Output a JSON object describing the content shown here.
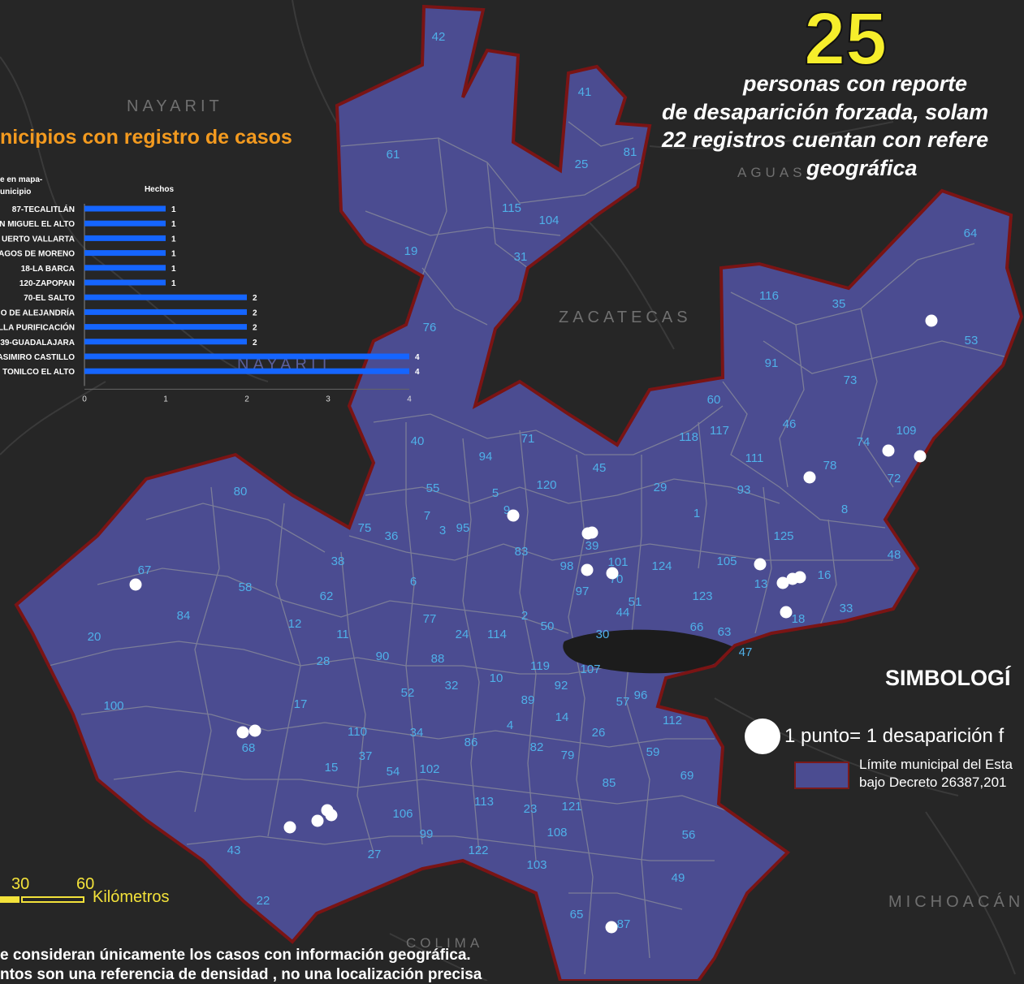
{
  "headline": {
    "number": "25",
    "line1": "personas con reporte",
    "line2": "de desaparición forzada, solam",
    "line3": "22 registros cuentan con refere",
    "line4": "geográfica"
  },
  "state_labels": {
    "nayarit": "NAYARIT",
    "nayarit2": "NAYARIT",
    "zacatecas": "ZACATECAS",
    "aguascalientes": "AGUAS",
    "michoacan": "MICHOACÁN",
    "colima": "COLIMA"
  },
  "chart_title": "nicipios con registro de casos",
  "chart_data": {
    "type": "bar",
    "orientation": "horizontal",
    "category_header_line1": "e en mapa-",
    "category_header_line2": "unicipio",
    "value_header": "Hechos",
    "categories": [
      "87-TECALITLÁN",
      "N MIGUEL EL ALTO",
      "UERTO VALLARTA",
      "AGOS DE MORENO",
      "18-LA BARCA",
      "120-ZAPOPAN",
      "70-EL SALTO",
      "O DE ALEJANDRÍA",
      "LLA PURIFICACIÓN",
      "39-GUADALAJARA",
      "ASIMIRO CASTILLO",
      "TONILCO EL ALTO"
    ],
    "values": [
      1,
      1,
      1,
      1,
      1,
      1,
      2,
      2,
      2,
      2,
      4,
      4
    ],
    "xticks": [
      "0",
      "1",
      "2",
      "3",
      "4"
    ],
    "xlim": [
      0,
      4
    ],
    "bar_color": "#1565ff"
  },
  "legend": {
    "title": "SIMBOLOGÍ",
    "dot_label": "1 punto= 1 desaparición f",
    "boundary_label_line1": "Límite municipal del Esta",
    "boundary_label_line2": "bajo Decreto 26387,201",
    "fill_color": "#4b4c91",
    "border_color": "#7a1a1a"
  },
  "scale": {
    "tick30": "30",
    "tick60": "60",
    "unit": "Kilómetros"
  },
  "notes": {
    "line1": "e consideran únicamente los casos con información geográfica.",
    "line2": "ntos son una referencia de densidad , no una localización precisa"
  },
  "municipality_labels": [
    "42",
    "41",
    "61",
    "25",
    "81",
    "115",
    "104",
    "19",
    "31",
    "76",
    "116",
    "64",
    "35",
    "53",
    "91",
    "73",
    "60",
    "117",
    "118",
    "46",
    "109",
    "74",
    "72",
    "111",
    "78",
    "93",
    "8",
    "71",
    "94",
    "45",
    "40",
    "120",
    "29",
    "55",
    "5",
    "9",
    "1",
    "7",
    "3",
    "95",
    "75",
    "36",
    "83",
    "39",
    "125",
    "48",
    "16",
    "105",
    "13",
    "98",
    "101",
    "124",
    "70",
    "97",
    "51",
    "44",
    "123",
    "33",
    "18",
    "66",
    "63",
    "50",
    "2",
    "30",
    "80",
    "67",
    "38",
    "6",
    "58",
    "62",
    "84",
    "77",
    "24",
    "114",
    "12",
    "11",
    "20",
    "28",
    "90",
    "88",
    "119",
    "107",
    "47",
    "32",
    "10",
    "92",
    "57",
    "96",
    "52",
    "89",
    "112",
    "100",
    "17",
    "14",
    "68",
    "110",
    "34",
    "4",
    "26",
    "86",
    "82",
    "79",
    "59",
    "37",
    "15",
    "54",
    "102",
    "69",
    "85",
    "113",
    "23",
    "121",
    "106",
    "99",
    "56",
    "122",
    "108",
    "43",
    "27",
    "103",
    "49",
    "22",
    "65",
    "87"
  ]
}
